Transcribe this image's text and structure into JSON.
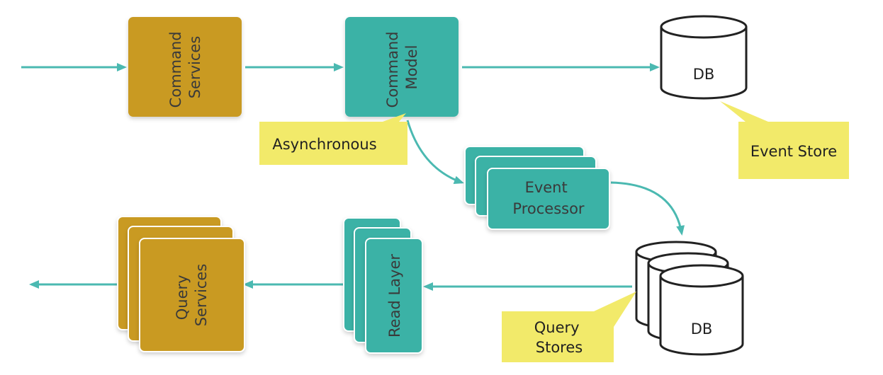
{
  "colors": {
    "arrow": "#4bb9b1",
    "command_box": "#c99a22",
    "model_box": "#3bb2a6",
    "note": "#f2ea6a",
    "db_stroke": "#222222"
  },
  "nodes": {
    "command_services": [
      "Command",
      "Services"
    ],
    "command_model": [
      "Command",
      "Model"
    ],
    "db_top": "DB",
    "db_bottom": "DB",
    "event_processor": [
      "Event",
      "Processor"
    ],
    "read_layer": "Read Layer",
    "query_services": [
      "Query",
      "Services"
    ]
  },
  "notes": {
    "asynchronous": "Asynchronous",
    "event_store": "Event Store",
    "query_stores": [
      "Query",
      "Stores"
    ]
  }
}
